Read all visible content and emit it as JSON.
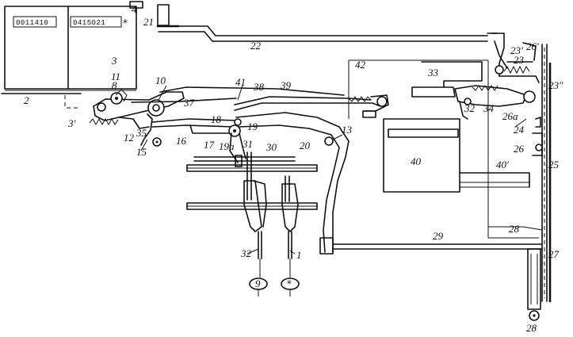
{
  "counters": {
    "left": "0011410",
    "right": "0415021",
    "marker": "*"
  },
  "keys": {
    "left_symbol": "9",
    "right_symbol": "*"
  },
  "reference_labels": [
    {
      "id": "label-2",
      "text": "2"
    },
    {
      "id": "label-3",
      "text": "3"
    },
    {
      "id": "label-3p",
      "text": "3'"
    },
    {
      "id": "label-4",
      "text": "4"
    },
    {
      "id": "label-8",
      "text": "8"
    },
    {
      "id": "label-10",
      "text": "10"
    },
    {
      "id": "label-11",
      "text": "11"
    },
    {
      "id": "label-12",
      "text": "12"
    },
    {
      "id": "label-13",
      "text": "13"
    },
    {
      "id": "label-15",
      "text": "15"
    },
    {
      "id": "label-16",
      "text": "16"
    },
    {
      "id": "label-17",
      "text": "17"
    },
    {
      "id": "label-18",
      "text": "18"
    },
    {
      "id": "label-19",
      "text": "19"
    },
    {
      "id": "label-19a",
      "text": "19a"
    },
    {
      "id": "label-20",
      "text": "20"
    },
    {
      "id": "label-21",
      "text": "21"
    },
    {
      "id": "label-22",
      "text": "22"
    },
    {
      "id": "label-23",
      "text": "23"
    },
    {
      "id": "label-23p",
      "text": "23'"
    },
    {
      "id": "label-23pp",
      "text": "23''"
    },
    {
      "id": "label-24",
      "text": "24"
    },
    {
      "id": "label-25",
      "text": "25"
    },
    {
      "id": "label-26",
      "text": "26"
    },
    {
      "id": "label-26a",
      "text": "26a"
    },
    {
      "id": "label-26p",
      "text": "26'"
    },
    {
      "id": "label-27",
      "text": "27"
    },
    {
      "id": "label-28-top",
      "text": "28"
    },
    {
      "id": "label-28-mid",
      "text": "28"
    },
    {
      "id": "label-28-bottom",
      "text": "28"
    },
    {
      "id": "label-29",
      "text": "29"
    },
    {
      "id": "label-30",
      "text": "30"
    },
    {
      "id": "label-31",
      "text": "31"
    },
    {
      "id": "label-32",
      "text": "32"
    },
    {
      "id": "label-33",
      "text": "33"
    },
    {
      "id": "label-34",
      "text": "34"
    },
    {
      "id": "label-35",
      "text": "35"
    },
    {
      "id": "label-37",
      "text": "37"
    },
    {
      "id": "label-38",
      "text": "38"
    },
    {
      "id": "label-39",
      "text": "39"
    },
    {
      "id": "label-40",
      "text": "40"
    },
    {
      "id": "label-40p",
      "text": "40'"
    },
    {
      "id": "label-41",
      "text": "41"
    },
    {
      "id": "label-42",
      "text": "42"
    },
    {
      "id": "label-1",
      "text": "1"
    },
    {
      "id": "label-32b",
      "text": "32"
    }
  ]
}
